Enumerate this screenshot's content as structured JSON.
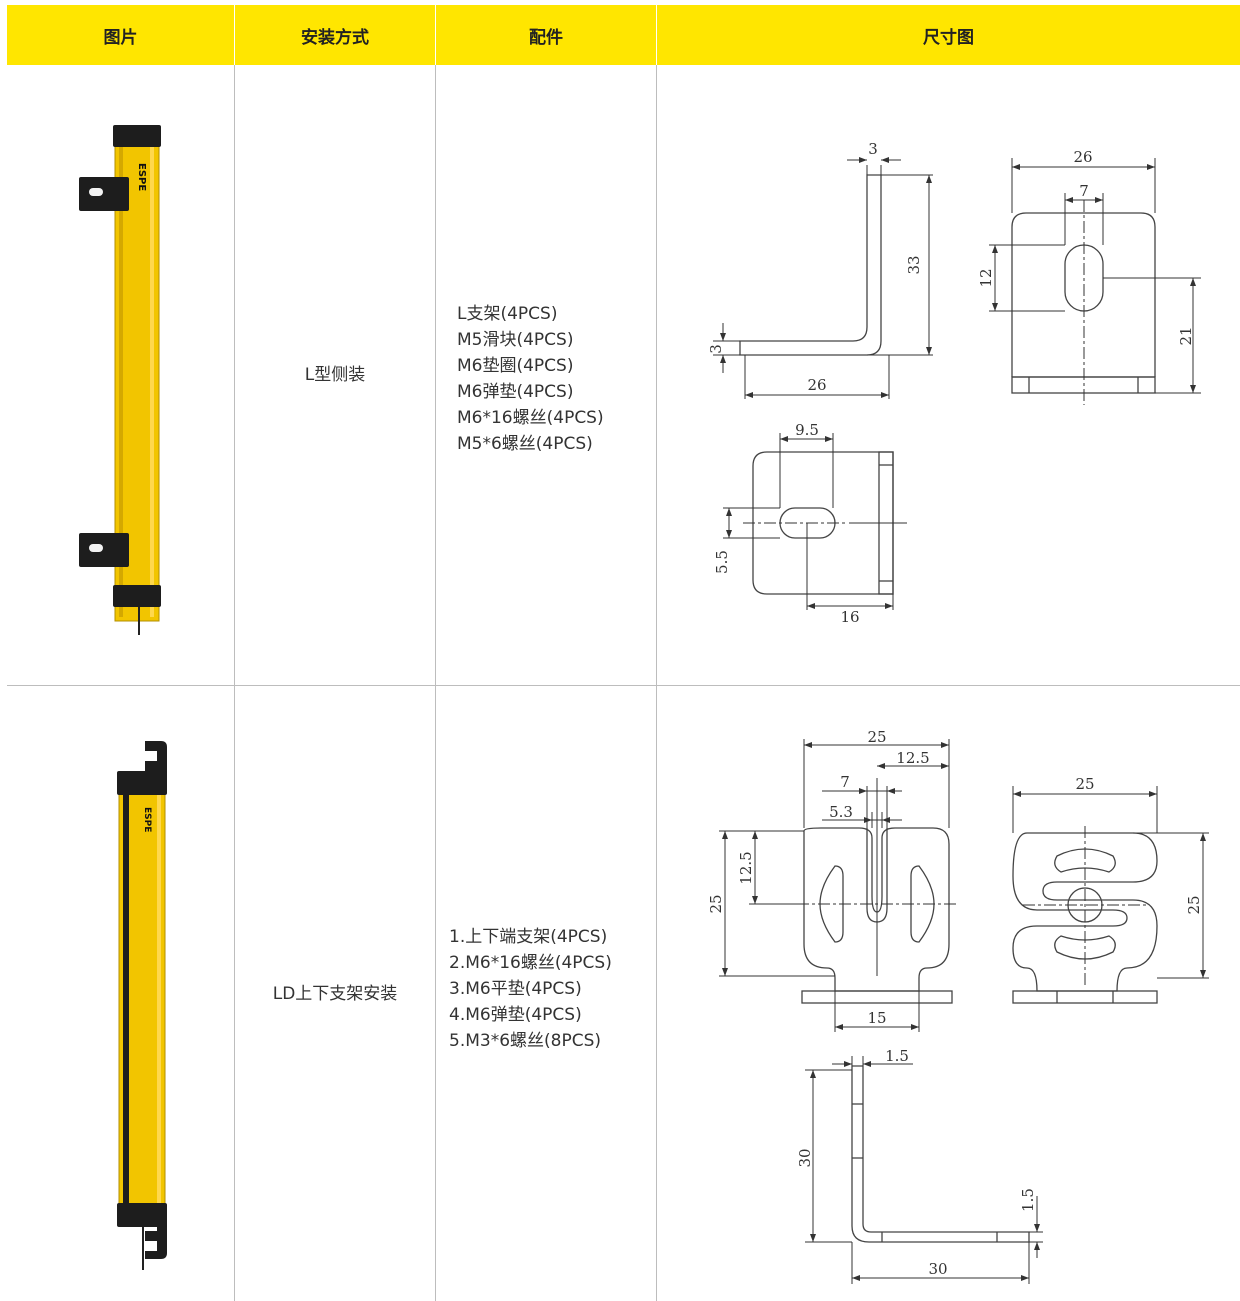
{
  "headers": {
    "picture": "图片",
    "mounting": "安装方式",
    "accessories": "配件",
    "dimensions": "尺寸图"
  },
  "rows": [
    {
      "mounting": "L型侧装",
      "accessories": [
        "L支架(4PCS)",
        "M5滑块(4PCS)",
        "M6垫圈(4PCS)",
        "M6弹垫(4PCS)",
        "M6*16螺丝(4PCS)",
        "M5*6螺丝(4PCS)"
      ],
      "brand": "ESPE",
      "dims": {
        "side_thickness": "3",
        "side_height": "33",
        "side_foot_thickness": "3",
        "side_length": "26",
        "front_width": "26",
        "front_slot_width": "7",
        "front_slot_height": "12",
        "front_slot_pos": "21",
        "foot_slot_offset": "9.5",
        "foot_slot_height": "5.5",
        "foot_length": "16"
      }
    },
    {
      "mounting": "LD上下支架安装",
      "accessories": [
        "1.上下端支架(4PCS)",
        "2.M6*16螺丝(4PCS)",
        "3.M6平垫(4PCS)",
        "4.M6弹垫(4PCS)",
        "5.M3*6螺丝(8PCS)"
      ],
      "brand": "ESPE",
      "dims": {
        "a_width": "25",
        "a_half": "12.5",
        "a_slot": "7",
        "a_slot_inner": "5.3",
        "a_vhalf": "12.5",
        "a_height": "25",
        "a_base": "15",
        "b_width": "25",
        "b_height": "25",
        "c_thickness": "1.5",
        "c_height": "30",
        "c_foot_thickness": "1.5",
        "c_length": "30"
      }
    }
  ],
  "colors": {
    "header_bg": "#ffe600",
    "product_yellow": "#f2c500",
    "divider": "#bdbdbd"
  }
}
